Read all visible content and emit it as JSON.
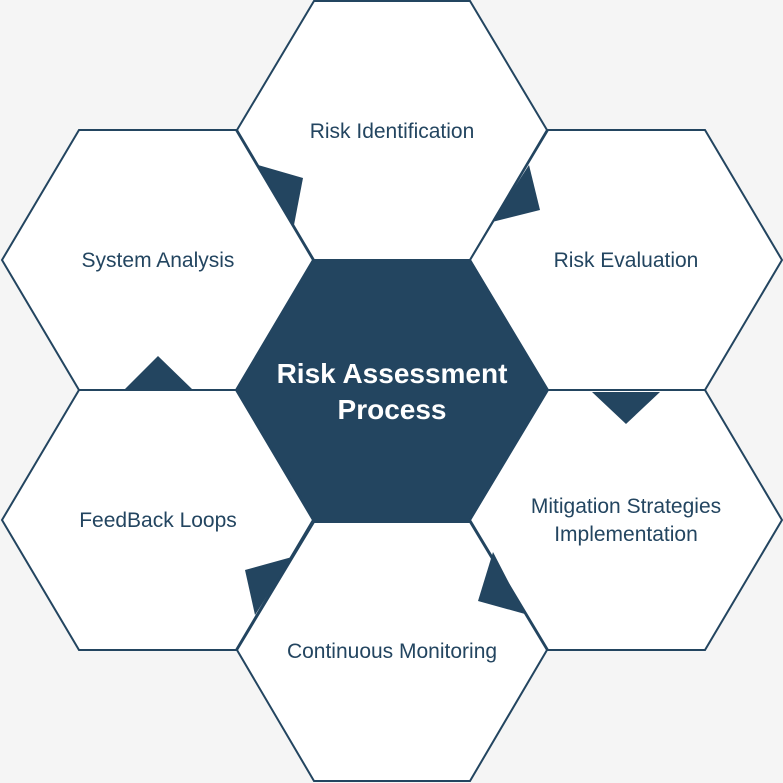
{
  "colors": {
    "background": "#f5f5f5",
    "accent": "#234560",
    "outer_fill": "#ffffff"
  },
  "center": {
    "line1": "Risk Assessment",
    "line2": "Process"
  },
  "steps": [
    {
      "label1": "Risk Identification"
    },
    {
      "label1": "Risk Evaluation"
    },
    {
      "label1": "Mitigation Strategies",
      "label2": "Implementation"
    },
    {
      "label1": "Continuous Monitoring"
    },
    {
      "label1": "FeedBack Loops"
    },
    {
      "label1": "System Analysis"
    }
  ]
}
